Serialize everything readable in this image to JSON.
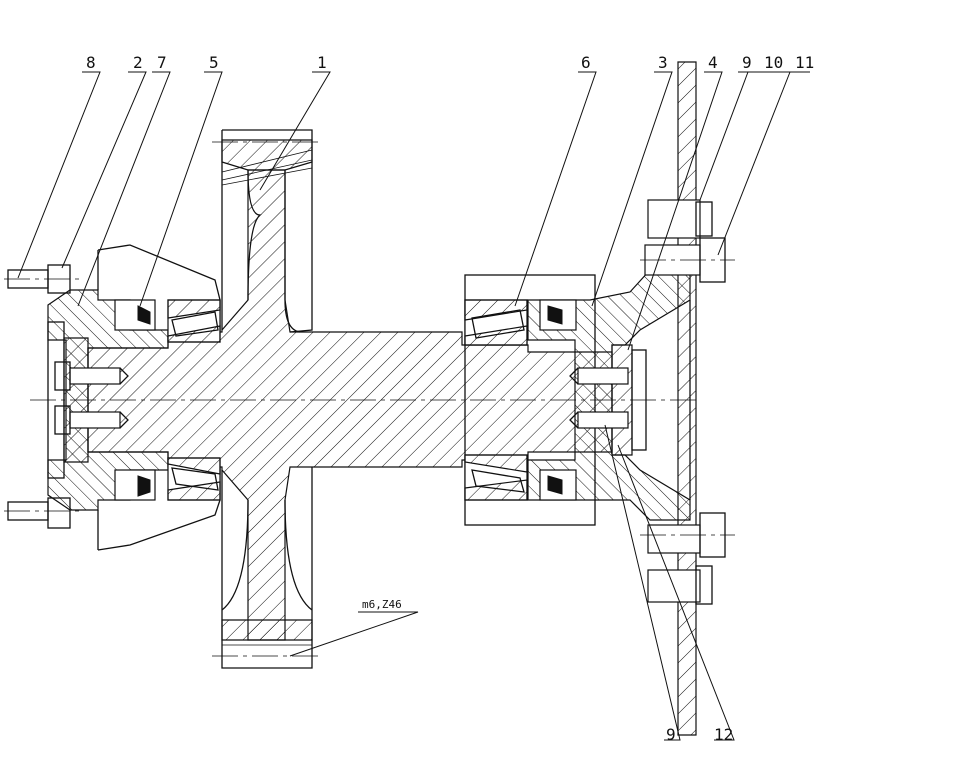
{
  "callouts": {
    "c1": "1",
    "c2": "2",
    "c3": "3",
    "c4": "4",
    "c5": "5",
    "c6": "6",
    "c7": "7",
    "c8": "8",
    "c9_top": "9",
    "c10": "10",
    "c11": "11",
    "c9_bottom": "9",
    "c12": "12"
  },
  "annotations": {
    "gear_spec": "m6,Z46"
  }
}
